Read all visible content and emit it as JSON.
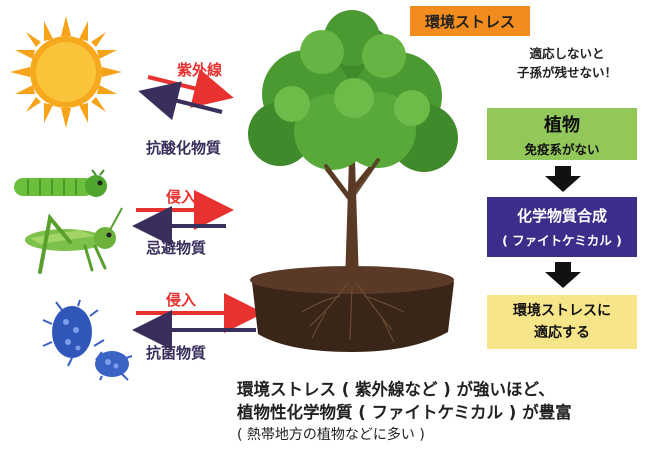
{
  "stress_tag": "環境ストレス",
  "note": {
    "line1": "適応しないと",
    "line2": "子孫が残せない！"
  },
  "flow": {
    "plant_title": "植物",
    "plant_sub": "免疫系がない",
    "synthesis_title": "化学物質合成",
    "synthesis_sub": "( ファイトケミカル )",
    "adapt_line1": "環境ストレスに",
    "adapt_line2": "適応する"
  },
  "pairs": {
    "sun": {
      "in": "紫外線",
      "out": "抗酸化物質"
    },
    "insects": {
      "in": "侵入",
      "out": "忌避物質"
    },
    "bacteria": {
      "in": "侵入",
      "out": "抗菌物質"
    }
  },
  "bottom": {
    "line1": "環境ストレス ( 紫外線など ) が強いほど、",
    "line2": "植物性化学物質 ( ファイトケミカル ) が豊富",
    "line3": "( 熱帯地方の植物などに多い )"
  },
  "colors": {
    "orange_tag": "#f28c1e",
    "green_box": "#92c75a",
    "purple_box": "#3e2c8a",
    "yellow_box": "#f7e58a",
    "red_arrow": "#e8322f",
    "navy_arrow": "#3a2f5c"
  }
}
